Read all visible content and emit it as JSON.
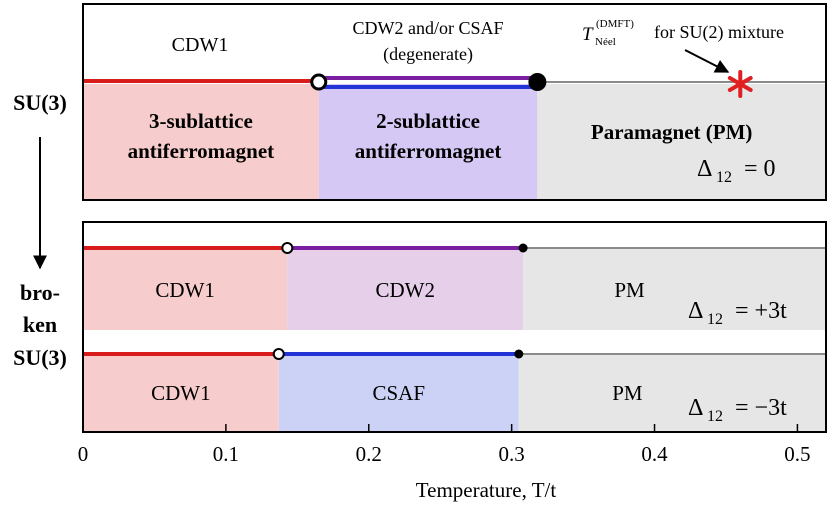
{
  "colors": {
    "cdw1_fill": "#f7cccc",
    "cdw2_fill": "#e6cfe9",
    "csaf_fill": "#ccd2f5",
    "pm_fill": "#e6e6e6",
    "twosub_fill": "#d6c8f5",
    "red": "#d81b1b",
    "purple": "#7a1fa0",
    "blue": "#2234d6",
    "gray": "#8a8a8a",
    "black": "#000000"
  },
  "left_labels": {
    "su3": "SU(3)",
    "bro": "bro-",
    "ken": "ken",
    "su3b": "SU(3)"
  },
  "top": {
    "cdw1_label": "CDW1",
    "cdw2_csaf_line1": "CDW2 and/or CSAF",
    "cdw2_csaf_line2": "(degenerate)",
    "neel_label": "T",
    "neel_sup": "(DMFT)",
    "neel_sub": "Néel",
    "neel_suffix": "for SU(2) mixture",
    "region1_line1": "3-sublattice",
    "region1_line2": "antiferromagnet",
    "region2_line1": "2-sublattice",
    "region2_line2": "antiferromagnet",
    "region3": "Paramagnet (PM)",
    "delta": "Δ",
    "delta_sub": "12",
    "delta_val": "= 0",
    "t1": 0.165,
    "t2": 0.318,
    "neel_T": 0.46
  },
  "mid": {
    "r1": "CDW1",
    "r2": "CDW2",
    "r3": "PM",
    "delta": "Δ",
    "delta_sub": "12",
    "delta_val": "= +3t",
    "t1": 0.143,
    "t2": 0.308
  },
  "bot": {
    "r1": "CDW1",
    "r2": "CSAF",
    "r3": "PM",
    "delta": "Δ",
    "delta_sub": "12",
    "delta_val": "= −3t",
    "t1": 0.137,
    "t2": 0.305
  },
  "axis": {
    "xlabel": "Temperature, T/t",
    "ticks": [
      0,
      0.1,
      0.2,
      0.3,
      0.4,
      0.5
    ],
    "tick_labels": [
      "0",
      "0.1",
      "0.2",
      "0.3",
      "0.4",
      "0.5"
    ],
    "xlim": [
      0,
      0.52
    ]
  }
}
